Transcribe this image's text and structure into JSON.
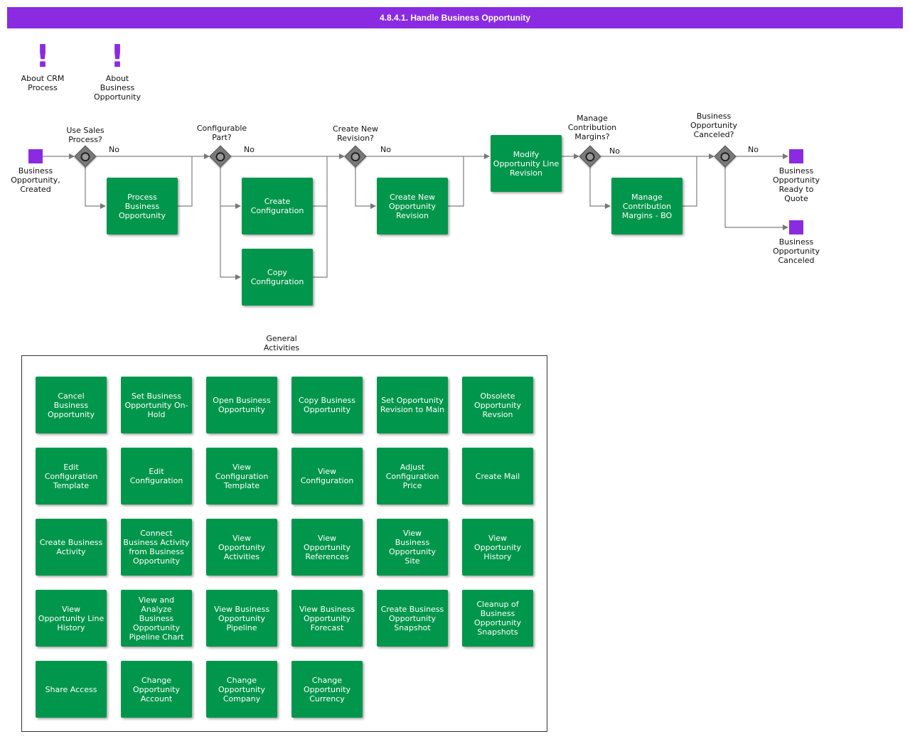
{
  "title": "4.8.4.1. Handle Business Opportunity",
  "colors": {
    "header": "#8a2be2",
    "task": "#00964b",
    "event": "#8a2be2",
    "gateway": "#7a7a7a"
  },
  "annotations": [
    {
      "icon": "exclamation-icon",
      "label": "About CRM\nProcess"
    },
    {
      "icon": "exclamation-icon",
      "label": "About\nBusiness\nOpportunity"
    }
  ],
  "events": {
    "start": "Business\nOpportunity,\nCreated",
    "ready": "Business\nOpportunity\nReady to\nQuote",
    "canceled": "Business\nOpportunity\nCanceled"
  },
  "gateways": [
    "Use Sales\nProcess?",
    "Configurable\nPart?",
    "Create New\nRevision?",
    "Manage\nContribution\nMargins?",
    "Business\nOpportunity\nCanceled?"
  ],
  "flow_label_no": "No",
  "tasks": {
    "process_bo": "Process\nBusiness\nOpportunity",
    "create_config": "Create\nConfiguration",
    "copy_config": "Copy\nConfiguration",
    "create_revision": "Create New\nOpportunity\nRevision",
    "modify_line": "Modify\nOpportunity Line\nRevision",
    "manage_margins": "Manage\nContribution\nMargins - BO"
  },
  "general": {
    "label": "General\nActivities",
    "activities": [
      "Cancel\nBusiness\nOpportunity",
      "Set Business\nOpportunity On-\nHold",
      "Open Business\nOpportunity",
      "Copy Business\nOpportunity",
      "Set Opportunity\nRevision to Main",
      "Obsolete\nOpportunity\nRevsion",
      "Edit\nConfiguration\nTemplate",
      "Edit\nConfiguration",
      "View\nConfiguration\nTemplate",
      "View\nConfiguration",
      "Adjust\nConfiguration\nPrice",
      "Create Mail",
      "Create Business\nActivity",
      "Connect\nBusiness Activity\nfrom Business\nOpportunity",
      "View\nOpportunity\nActivities",
      "View\nOpportunity\nReferences",
      "View\nBusiness\nOpportunity\nSite",
      "View\nOpportunity\nHistory",
      "View\nOpportunity Line\nHistory",
      "View and\nAnalyze\nBusiness\nOpportunity\nPipeline Chart",
      "View Business\nOpportunity\nPipeline",
      "View Business\nOpportunity\nForecast",
      "Create Business\nOpportunity\nSnapshot",
      "Cleanup of\nBusiness\nOpportunity\nSnapshots",
      "Share Access",
      "Change\nOpportunity\nAccount",
      "Change\nOpportunity\nCompany",
      "Change\nOpportunity\nCurrency"
    ]
  }
}
